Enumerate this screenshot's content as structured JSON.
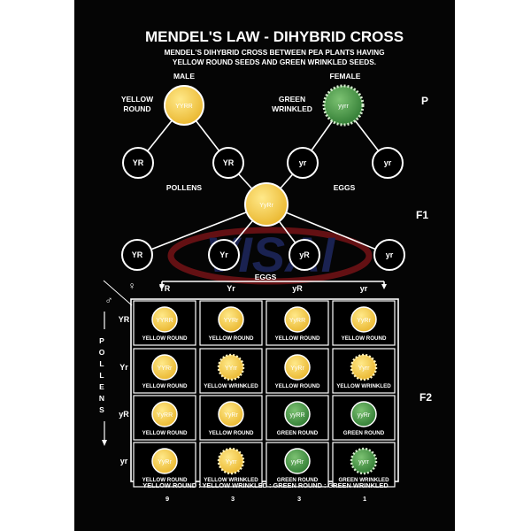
{
  "title": "MENDEL'S LAW - DIHYBRID CROSS",
  "subtitle": [
    "MENDEL'S DIHYBRID CROSS BETWEEN PEA PLANTS HAVING",
    "YELLOW ROUND  SEEDS AND GREEN WRINKLED SEEDS."
  ],
  "colors": {
    "yellow": "#f2c53a",
    "green": "#4a9a46",
    "background": "#050505",
    "line": "#ffffff"
  },
  "parents": {
    "male": {
      "label": "MALE",
      "phenotype": [
        "YELLOW",
        "ROUND"
      ],
      "genotype": "YYRR",
      "seed": "yellow-round"
    },
    "female": {
      "label": "FEMALE",
      "phenotype": [
        "GREEN",
        "WRINKLED"
      ],
      "genotype": "yyrr",
      "seed": "green-wrinkled"
    }
  },
  "generation_labels": {
    "p": "P",
    "f1": "F1",
    "f2": "F2"
  },
  "p_gametes": {
    "male": [
      "YR",
      "YR"
    ],
    "female": [
      "yr",
      "yr"
    ]
  },
  "pollens_label": "POLLENS",
  "eggs_label": "EGGS",
  "f1": {
    "genotype": "YyRr"
  },
  "f1_gametes": [
    "YR",
    "Yr",
    "yR",
    "yr"
  ],
  "punnett": {
    "female_symbol": "♀",
    "male_symbol": "♂",
    "eggs_label": "EGGS",
    "pollens_label": [
      "P",
      "O",
      "L",
      "L",
      "E",
      "N",
      "S"
    ],
    "egg_headers": [
      "YR",
      "Yr",
      "yR",
      "yr"
    ],
    "pollen_headers": [
      "YR",
      "Yr",
      "yR",
      "yr"
    ],
    "cells": [
      [
        {
          "g": "YYRR",
          "p": "YELLOW ROUND",
          "s": "yellow-round"
        },
        {
          "g": "YYRr",
          "p": "YELLOW ROUND",
          "s": "yellow-round"
        },
        {
          "g": "YyRR",
          "p": "YELLOW ROUND",
          "s": "yellow-round"
        },
        {
          "g": "YyRr",
          "p": "YELLOW ROUND",
          "s": "yellow-round"
        }
      ],
      [
        {
          "g": "YYRr",
          "p": "YELLOW ROUND",
          "s": "yellow-round"
        },
        {
          "g": "YYrr",
          "p": "YELLOW WRINKLED",
          "s": "yellow-wrinkled"
        },
        {
          "g": "YyRr",
          "p": "YELLOW ROUND",
          "s": "yellow-round"
        },
        {
          "g": "Yyrr",
          "p": "YELLOW WRINKLED",
          "s": "yellow-wrinkled"
        }
      ],
      [
        {
          "g": "YyRR",
          "p": "YELLOW ROUND",
          "s": "yellow-round"
        },
        {
          "g": "YyRr",
          "p": "YELLOW ROUND",
          "s": "yellow-round"
        },
        {
          "g": "yyRR",
          "p": "GREEN ROUND",
          "s": "green-round"
        },
        {
          "g": "yyRr",
          "p": "GREEN ROUND",
          "s": "green-round"
        }
      ],
      [
        {
          "g": "YyRr",
          "p": "YELLOW ROUND",
          "s": "yellow-round"
        },
        {
          "g": "Yyrr",
          "p": "YELLOW WRINKLED",
          "s": "yellow-wrinkled"
        },
        {
          "g": "yyRr",
          "p": "GREEN ROUND",
          "s": "green-round"
        },
        {
          "g": "yyrr",
          "p": "GREEN WRINKLED",
          "s": "green-wrinkled"
        }
      ]
    ]
  },
  "ratio": {
    "text": "YELLOW ROUND : YELLOW WRINKLED : GREEN ROUND    : GREEN WRINKLED",
    "numbers": [
      "9",
      "3",
      "3",
      "1"
    ]
  },
  "watermark": "VISAI"
}
